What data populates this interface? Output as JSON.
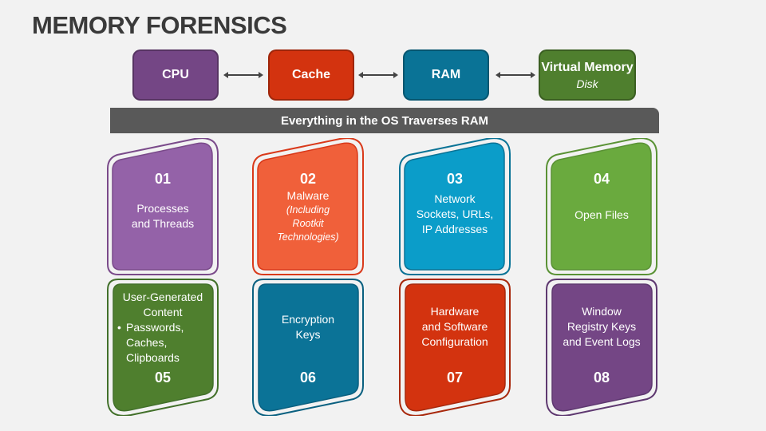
{
  "title": "MEMORY FORENSICS",
  "hierarchy": [
    {
      "label": "CPU",
      "color": "#744685"
    },
    {
      "label": "Cache",
      "color": "#d3330f"
    },
    {
      "label": "RAM",
      "color": "#0a7396"
    },
    {
      "label": "Virtual Memory",
      "sub": "Disk",
      "color": "#4f7f2e"
    }
  ],
  "banner": "Everything in the OS Traverses RAM",
  "cards": [
    {
      "num": "01",
      "lines": [
        "Processes",
        "and Threads"
      ],
      "color": "#9462a8",
      "stroke": "#7a4a8a"
    },
    {
      "num": "02",
      "lines": [
        "Malware"
      ],
      "sub": [
        "(Including",
        "Rootkit",
        "Technologies)"
      ],
      "color": "#f0603a",
      "stroke": "#d9391a"
    },
    {
      "num": "03",
      "lines": [
        "Network",
        "Sockets, URLs,",
        "IP Addresses"
      ],
      "color": "#0b9dc9",
      "stroke": "#0a7396"
    },
    {
      "num": "04",
      "lines": [
        "Open Files"
      ],
      "color": "#6aaa3e",
      "stroke": "#5a9235"
    },
    {
      "num": "05",
      "lines": [
        "User-Generated",
        "Content"
      ],
      "bullet": [
        "Passwords,",
        "Caches,",
        "Clipboards"
      ],
      "color": "#4f7f2e",
      "stroke": "#42702a"
    },
    {
      "num": "06",
      "lines": [
        "Encryption",
        "Keys"
      ],
      "color": "#0b7397",
      "stroke": "#0a6080"
    },
    {
      "num": "07",
      "lines": [
        "Hardware",
        "and Software",
        "Configuration"
      ],
      "color": "#d3330f",
      "stroke": "#a8290d"
    },
    {
      "num": "08",
      "lines": [
        "Window",
        "Registry Keys",
        "and Event Logs"
      ],
      "color": "#744685",
      "stroke": "#5e3870"
    }
  ]
}
